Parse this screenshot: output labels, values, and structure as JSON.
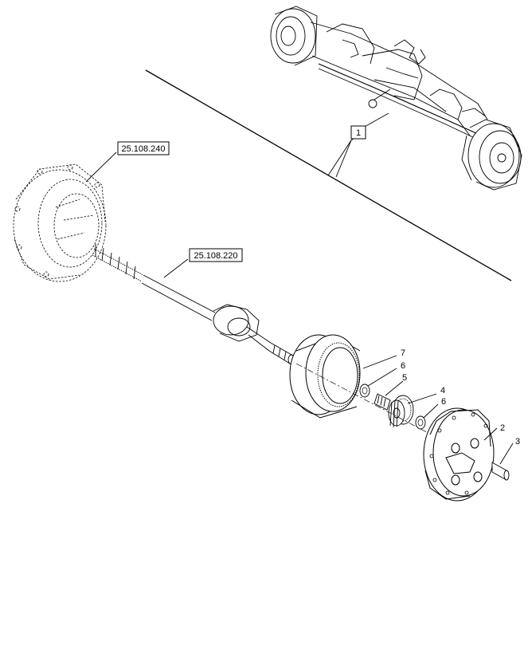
{
  "diagram": {
    "references": [
      {
        "id": "ref-housing",
        "text": "25.108.240"
      },
      {
        "id": "ref-shaft",
        "text": "25.108.220"
      }
    ],
    "callouts": [
      {
        "id": "c1",
        "text": "1"
      },
      {
        "id": "c2",
        "text": "2"
      },
      {
        "id": "c3",
        "text": "3"
      },
      {
        "id": "c4",
        "text": "4"
      },
      {
        "id": "c5",
        "text": "5"
      },
      {
        "id": "c6a",
        "text": "6"
      },
      {
        "id": "c6b",
        "text": "6"
      },
      {
        "id": "c7",
        "text": "7"
      }
    ]
  }
}
